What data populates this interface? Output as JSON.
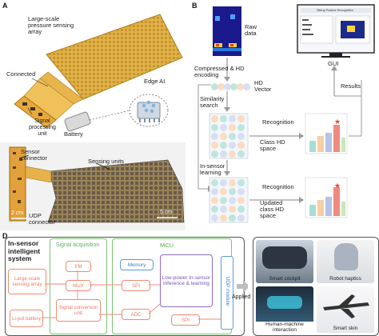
{
  "panel_a": {
    "letter": "A",
    "array_label": "Large-scale pressure sensing array",
    "connected_label": "Connected",
    "edge_ai_label": "Edge AI",
    "spu_label": "Signal processing unit",
    "battery_label": "Battery"
  },
  "panel_b": {
    "letter": "B",
    "raw_data_label": "Raw data",
    "encoding_label": "Compressed & HD encoding",
    "hd_vector_label": "HD Vector",
    "similarity_label": "Similarity search",
    "recognition_label_1": "Recognition",
    "recognition_label_2": "Recognition",
    "class_hd_label": "Class HD space",
    "insensor_learning_label": "In-sensor learning",
    "updated_hd_label": "Updated class HD space",
    "results_label": "Results",
    "gui_label": "GUI",
    "gui_window_title": "Sitting Posture Recognition"
  },
  "panel_c": {
    "letter": "C",
    "sensor_connector_label": "Sensor connector",
    "sensing_units_label": "Sensing units",
    "udp_connector_label": "UDP connector",
    "scale_2cm": "2 cm",
    "scale_5cm": "5 cm"
  },
  "panel_d": {
    "letter": "D",
    "system_title": "In-sensor intelligent system",
    "signal_acq_title": "Signal acquisition",
    "mcu_title": "MCU",
    "pm": "PM",
    "mux": "MUX",
    "scu": "Signal conversion unit",
    "sensing_array": "Large-scale sensing array",
    "battery": "Li-pol battery",
    "memory": "Memory",
    "spi_1": "SPI",
    "adc": "ADC",
    "lowpower": "Low-power In-sensor inference & learning",
    "spi_2": "SPI",
    "udp_module": "UDP module",
    "applied": "Applied",
    "apps": [
      "Smart cockpit",
      "Robot haptics",
      "Human-machine interaction",
      "Smart skin"
    ]
  },
  "colors": {
    "orange": "#ef7a64",
    "green": "#5fb05a",
    "blue": "#5b9bd5",
    "purple": "#8e6cc4",
    "gray_arrow": "#9a9a9a"
  }
}
